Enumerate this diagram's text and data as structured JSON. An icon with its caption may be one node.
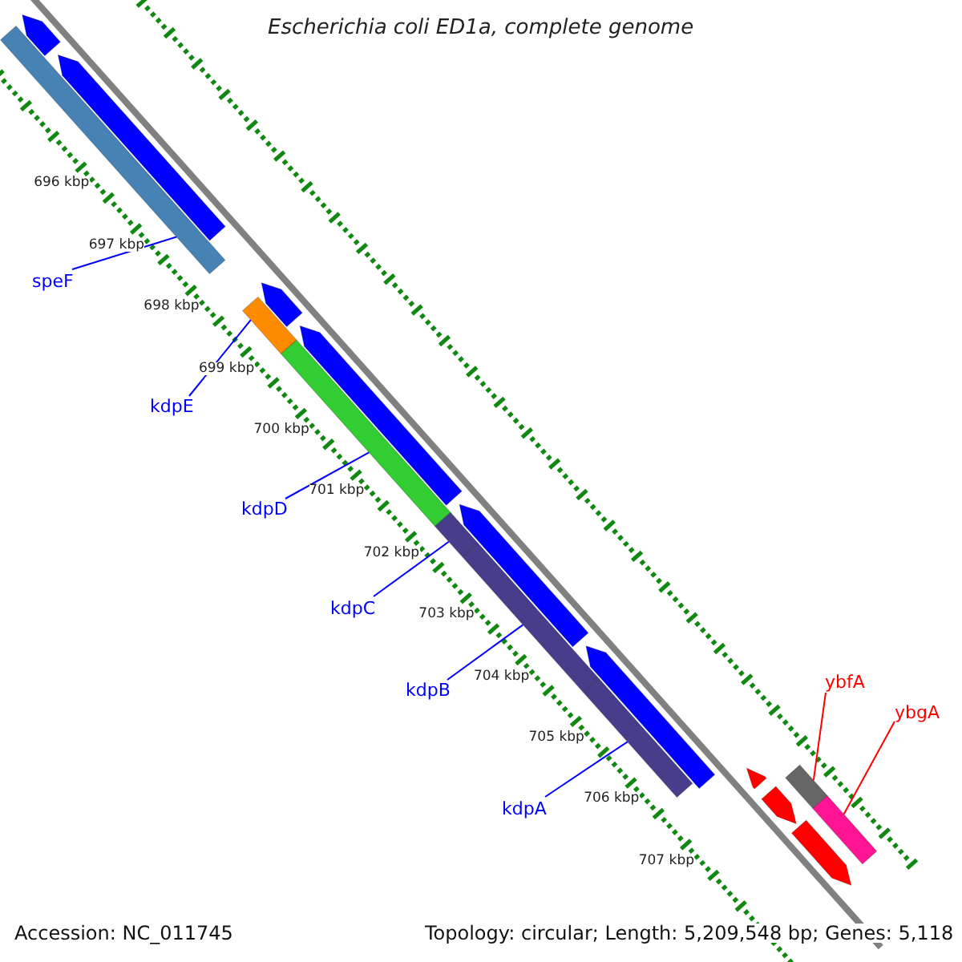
{
  "diagram": {
    "title": "Escherichia coli ED1a, complete genome",
    "nodes": [
      {
        "text": [
          "speF"
        ]
      },
      {
        "text": [],
        "shape": "bar"
      },
      {
        "text": [
          "kdpE"
        ]
      },
      {
        "text": [],
        "shape": "bar"
      },
      {
        "text": [
          "kdpD"
        ]
      },
      {
        "text": [],
        "shape": "bar"
      },
      {
        "text": [
          "kdpC"
        ]
      },
      {
        "text": [],
        "shape": "bar"
      },
      {
        "text": [
          "kdpB"
        ]
      },
      {
        "text": [],
        "shape": "bar"
      },
      {
        "text": [
          "kdpA"
        ]
      },
      {
        "text": [],
        "shape": "bar"
      },
      {
        "text": [
          "ybfA"
        ]
      },
      {
        "text": [],
        "shape": "bar"
      },
      {
        "text": [
          "ybgA"
        ]
      },
      {
        "text": [],
        "shape": "bar"
      },
      {
        "text": [],
        "shape": "bar"
      },
      {
        "text": [],
        "shape": "bar"
      },
      {
        "text": [],
        "shape": "bar"
      },
      {
        "text": [],
        "shape": "bar"
      },
      {
        "text": [],
        "shape": "bar"
      },
      {
        "text": [],
        "shape": "bar"
      },
      {
        "text": [],
        "shape": "bar"
      },
      {
        "text": [],
        "shape": "bar"
      },
      {
        "text": [],
        "shape": "bar"
      }
    ],
    "edges": [
      {
        "from": 0,
        "to": 1,
        "arrow": "none"
      },
      {
        "from": 2,
        "to": 3,
        "arrow": "none"
      },
      {
        "from": 4,
        "to": 5,
        "arrow": "none"
      },
      {
        "from": 6,
        "to": 7,
        "arrow": "none"
      },
      {
        "from": 8,
        "to": 9,
        "arrow": "none"
      },
      {
        "from": 10,
        "to": 11,
        "arrow": "none"
      },
      {
        "from": 12,
        "to": 13,
        "arrow": "none",
        "color": "#ff0000"
      },
      {
        "from": 14,
        "to": 15,
        "arrow": "none",
        "color": "#ff0000"
      }
    ],
    "labels": [
      "696 kbp",
      "697 kbp",
      "698 kbp",
      "699 kbp",
      "700 kbp",
      "701 kbp",
      "702 kbp",
      "703 kbp",
      "704 kbp",
      "705 kbp",
      "706 kbp",
      "707 kbp",
      "Accession: NC_011745",
      "Topology: circular; Length: 5,209,548 bp; Genes: 5,118"
    ]
  }
}
